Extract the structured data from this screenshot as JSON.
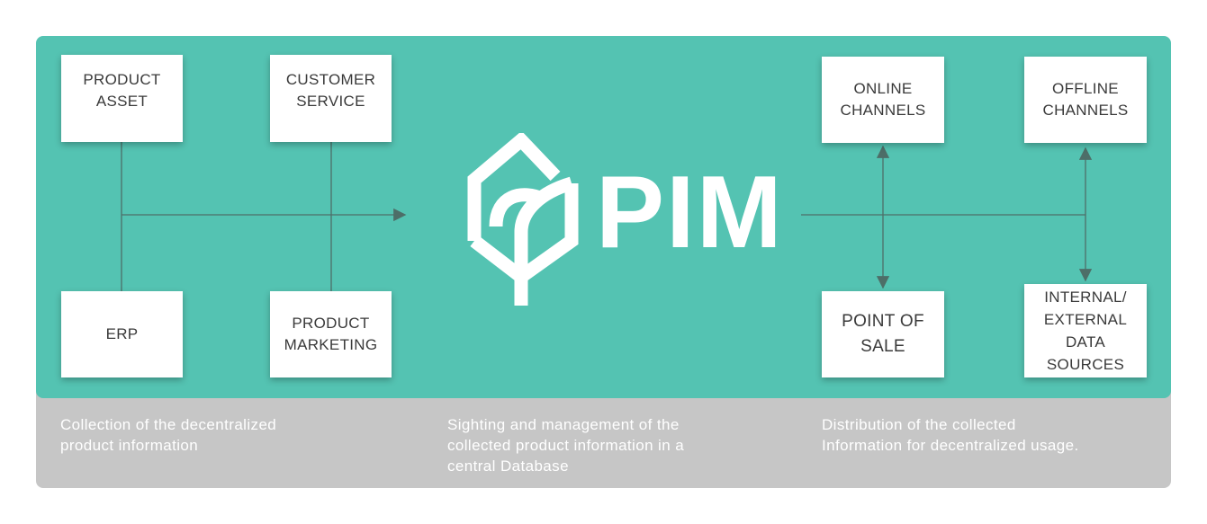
{
  "diagram": {
    "center": {
      "brand": "PIM",
      "logo_icon": "pim-house-leaf-icon"
    },
    "sources": [
      {
        "id": "product-asset",
        "label": "PRODUCT\nASSET"
      },
      {
        "id": "customer-service",
        "label": "CUSTOMER\nSERVICE"
      },
      {
        "id": "erp",
        "label": "ERP"
      },
      {
        "id": "product-marketing",
        "label": "PRODUCT\nMARKETING"
      }
    ],
    "outputs": [
      {
        "id": "online-channels",
        "label": "ONLINE\nCHANNELS"
      },
      {
        "id": "offline-channels",
        "label": "OFFLINE\nCHANNELS"
      },
      {
        "id": "point-of-sale",
        "label": "POINT OF\nSALE"
      },
      {
        "id": "internal-external",
        "label": "INTERNAL/\nEXTERNAL\nDATA\nSOURCES"
      }
    ],
    "captions": {
      "collection": "Collection of the decentralized\nproduct information",
      "management": "Sighting and management of the\ncollected product information in a\ncentral Database",
      "distribution": "Distribution of the collected\nInformation for decentralized usage."
    },
    "colors": {
      "panel": "#54c3b2",
      "band": "#c6c6c6",
      "box": "#ffffff",
      "line": "#4d6e68"
    }
  }
}
